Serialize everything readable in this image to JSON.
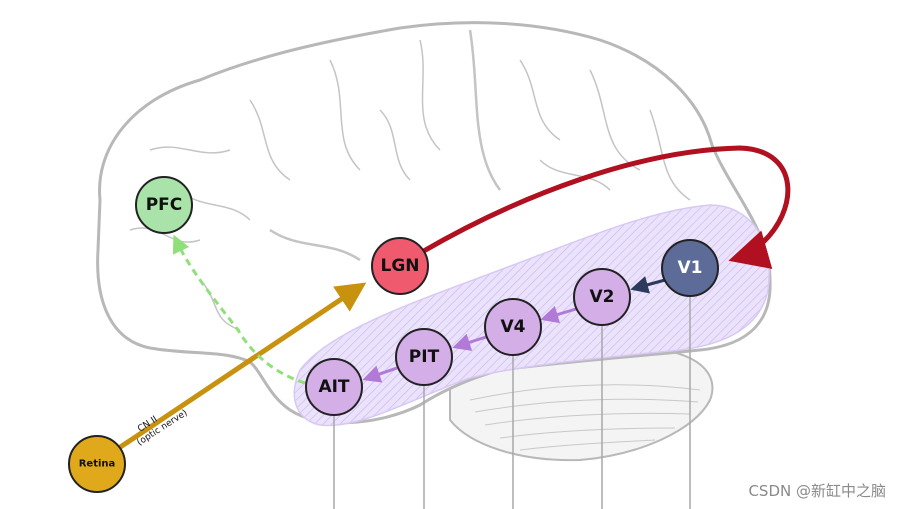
{
  "nodes": {
    "pfc": {
      "label": "PFC",
      "color": "#a9e3a9"
    },
    "lgn": {
      "label": "LGN",
      "color": "#ef5a6f"
    },
    "v1": {
      "label": "V1",
      "color": "#5c6b97"
    },
    "v2": {
      "label": "V2",
      "color": "#d4aee6"
    },
    "v4": {
      "label": "V4",
      "color": "#d4aee6"
    },
    "pit": {
      "label": "PIT",
      "color": "#d4aee6"
    },
    "ait": {
      "label": "AIT",
      "color": "#d4aee6"
    },
    "retina": {
      "label": "Retina",
      "color": "#e0a91c"
    }
  },
  "optic_nerve": {
    "line1": "CN II",
    "line2": "(optic nerve)"
  },
  "colors": {
    "brain_outline": "#b8b8b8",
    "ventral_stream": "#c9b4f0",
    "lgn_to_v1_arrow": "#b0101f",
    "optic_nerve_arrow": "#c8920f",
    "feedback_arrow": "#8fe07a",
    "ventral_arrows": "#b07ad6",
    "v1_to_v2_arrow": "#2c3a5c"
  },
  "watermark": "CSDN @新缸中之脑"
}
